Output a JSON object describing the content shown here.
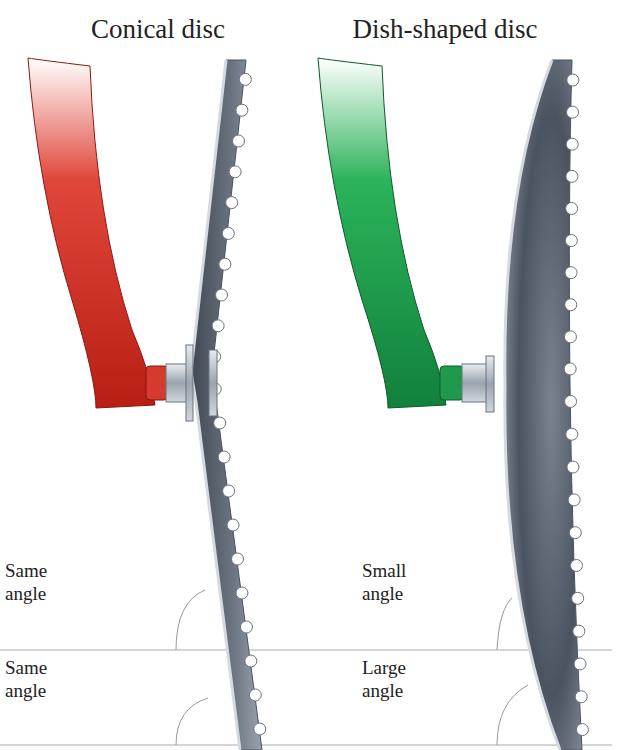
{
  "diagram": {
    "labels": [
      "Conical disc",
      "Dish-shaped disc",
      "Same angle",
      "Same angle",
      "Small angle",
      "Large angle"
    ]
  }
}
